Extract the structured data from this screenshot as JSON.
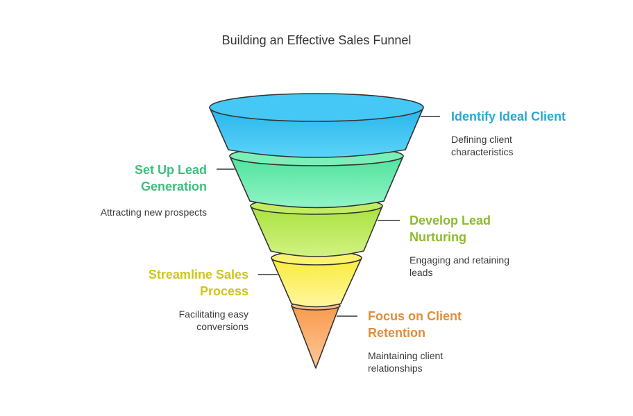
{
  "title": "Building an Effective Sales Funnel",
  "stages": [
    {
      "title": "Identify Ideal Client",
      "description_lines": [
        "Defining client",
        "characteristics"
      ],
      "color": "#29a8d8"
    },
    {
      "title_lines": [
        "Set Up Lead",
        "Generation"
      ],
      "description": "Attracting new prospects",
      "color": "#3ebf7c"
    },
    {
      "title_lines": [
        "Develop Lead",
        "Nurturing"
      ],
      "description_lines": [
        "Engaging and retaining",
        "leads"
      ],
      "color": "#8cbc2d"
    },
    {
      "title_lines": [
        "Streamline Sales",
        "Process"
      ],
      "description_lines": [
        "Facilitating easy",
        "conversions"
      ],
      "color": "#cfc61a"
    },
    {
      "title_lines": [
        "Focus on Client",
        "Retention"
      ],
      "description_lines": [
        "Maintaining client",
        "relationships"
      ],
      "color": "#e08e3a"
    }
  ],
  "funnel_colors": {
    "layer1": [
      "#1fb6f0",
      "#5ad0f7"
    ],
    "layer2": [
      "#4be39a",
      "#8af2c1"
    ],
    "layer3": [
      "#a5e23e",
      "#ccf07b"
    ],
    "layer4": [
      "#f9ee3f",
      "#fff58c"
    ],
    "layer5": [
      "#f99a4f",
      "#ffc08a"
    ]
  }
}
